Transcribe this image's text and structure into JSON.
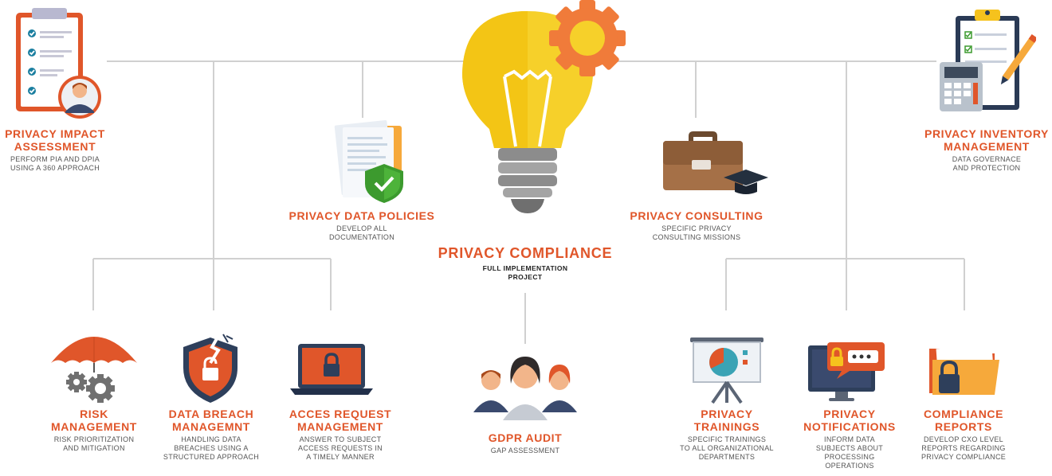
{
  "colors": {
    "accent": "#e0562a",
    "line": "#d0d0d0",
    "bulb": "#f6d02a",
    "gear": "#f07b3a"
  },
  "center": {
    "title": "PRIVACY COMPLIANCE",
    "subtitle": "FULL IMPLEMENTATION\nPROJECT",
    "icon": "lightbulb-gear-icon"
  },
  "top_nodes": [
    {
      "title": "PRIVACY IMPACT\nASSESSMENT",
      "desc": "PERFORM PIA AND DPIA\nUSING A 360 APPROACH",
      "icon": "clipboard-checklist-person-icon"
    },
    {
      "title": "PRIVACY DATA POLICIES",
      "desc": "DEVELOP ALL\nDOCUMENTATION",
      "icon": "documents-shield-icon"
    },
    {
      "title": "PRIVACY CONSULTING",
      "desc": "SPECIFIC PRIVACY\nCONSULTING MISSIONS",
      "icon": "briefcase-graduation-cap-icon"
    },
    {
      "title": "PRIVACY INVENTORY\nMANAGEMENT",
      "desc": "DATA GOVERNACE\nAND PROTECTION",
      "icon": "clipboard-calculator-icon"
    }
  ],
  "bottom_nodes": [
    {
      "title": "RISK\nMANAGEMENT",
      "desc": "RISK PRIORITIZATION\nAND MITIGATION",
      "icon": "umbrella-gears-icon"
    },
    {
      "title": "DATA BREACH\nMANAGEMNT",
      "desc": "HANDLING DATA\nBREACHES USING A\nSTRUCTURED APPROACH",
      "icon": "broken-shield-lock-icon"
    },
    {
      "title": "ACCES REQUEST\nMANAGEMENT",
      "desc": "ANSWER TO SUBJECT\nACCESS REQUESTS IN\nA TIMELY MANNER",
      "icon": "laptop-lock-icon"
    },
    {
      "title": "GDPR AUDIT",
      "desc": "GAP ASSESSMENT",
      "icon": "team-people-icon"
    },
    {
      "title": "PRIVACY\nTRAININGS",
      "desc": "SPECIFIC TRAININGS\nTO ALL ORGANIZATIONAL\nDEPARTMENTS",
      "icon": "presentation-board-icon"
    },
    {
      "title": "PRIVACY\nNOTIFICATIONS",
      "desc": "INFORM DATA\nSUBJECTS ABOUT\nPROCESSING\nOPERATIONS",
      "icon": "monitor-password-icon"
    },
    {
      "title": "COMPLIANCE\nREPORTS",
      "desc": "DEVELOP CXO LEVEL\nREPORTS REGARDING\nPRIVACY COMPLIANCE",
      "icon": "folder-lock-icon"
    }
  ]
}
